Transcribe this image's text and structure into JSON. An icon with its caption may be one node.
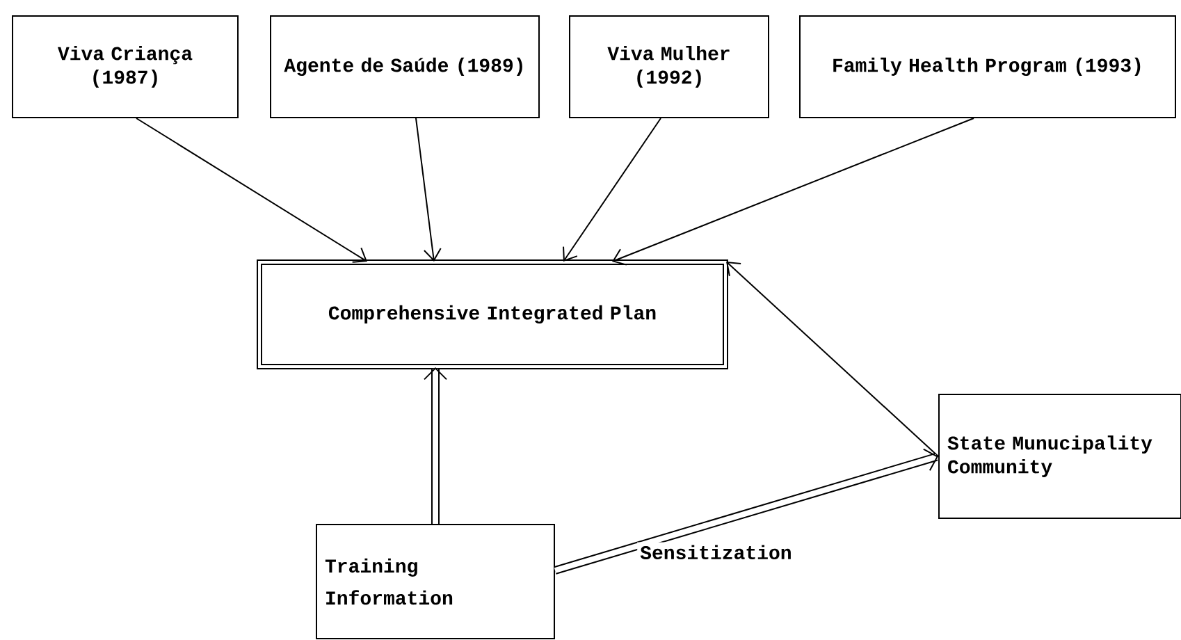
{
  "diagram": {
    "nodes": [
      {
        "text": [
          "Viva Criança (1987)"
        ]
      },
      {
        "text": [
          "Agente de Saúde (1989)"
        ]
      },
      {
        "text": [
          "Viva Mulher (1992)"
        ]
      },
      {
        "text": [
          "Family Health Program (1993)"
        ]
      },
      {
        "text": [
          "Comprehensive Integrated Plan"
        ]
      },
      {
        "text": [
          "State Munucipality Community"
        ]
      },
      {
        "text": [
          "Training",
          "Information"
        ]
      }
    ],
    "edges": [
      {
        "from": 0,
        "to": 4,
        "arrow": "to"
      },
      {
        "from": 1,
        "to": 4,
        "arrow": "to"
      },
      {
        "from": 2,
        "to": 4,
        "arrow": "to"
      },
      {
        "from": 3,
        "to": 4,
        "arrow": "to"
      },
      {
        "from": 5,
        "to": 4,
        "arrow": "to"
      },
      {
        "from": 6,
        "to": 4,
        "arrow": "to",
        "style": "thick"
      },
      {
        "from": 6,
        "to": 5,
        "arrow": "to",
        "style": "thick",
        "label": "Sensitization"
      }
    ]
  }
}
